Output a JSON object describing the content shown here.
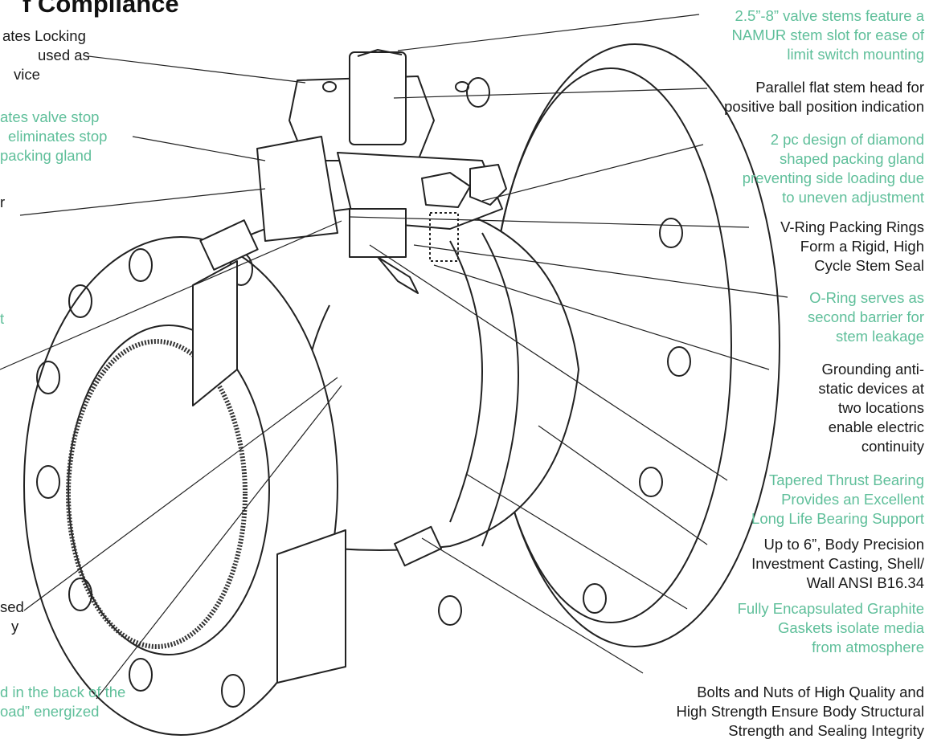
{
  "title": "f Compliance",
  "colors": {
    "accent_text": "#5fbf9a",
    "text": "#1a1a1a",
    "line": "#222222"
  },
  "callouts_right": [
    {
      "lines": [
        "2.5”-8” valve stems feature a",
        "NAMUR stem slot for ease of",
        "limit switch mounting"
      ],
      "color": "green"
    },
    {
      "lines": [
        "Parallel flat stem head for",
        "positive ball position indication"
      ],
      "color": "black"
    },
    {
      "lines": [
        "2 pc design of diamond",
        "shaped packing gland",
        "preventing side loading due",
        "to uneven adjustment"
      ],
      "color": "green"
    },
    {
      "lines": [
        "V-Ring Packing Rings",
        "Form a Rigid, High",
        "Cycle Stem Seal"
      ],
      "color": "black"
    },
    {
      "lines": [
        "O-Ring serves as",
        "second barrier for",
        "stem leakage"
      ],
      "color": "green"
    },
    {
      "lines": [
        "Grounding anti-",
        "static devices at",
        "two locations",
        "enable electric",
        "continuity"
      ],
      "color": "black"
    },
    {
      "lines": [
        "Tapered Thrust Bearing",
        "Provides an Excellent",
        "Long Life Bearing Support"
      ],
      "color": "green"
    },
    {
      "lines": [
        "Up to 6”, Body Precision",
        "Investment Casting, Shell/",
        "Wall ANSI B16.34"
      ],
      "color": "black"
    },
    {
      "lines": [
        "Fully Encapsulated Graphite",
        "Gaskets isolate media",
        "from atmosphere"
      ],
      "color": "green"
    },
    {
      "lines": [
        "Bolts and Nuts of High Quality and",
        "High Strength  Ensure Body Structural",
        "Strength and Sealing Integrity"
      ],
      "color": "black"
    }
  ],
  "callouts_left": [
    {
      "lines": [
        "ates Locking",
        "used as",
        "vice"
      ],
      "color": "black"
    },
    {
      "lines": [
        "ates valve stop",
        "eliminates stop",
        "packing gland"
      ],
      "color": "green"
    },
    {
      "lines": [
        "r"
      ],
      "color": "black"
    },
    {
      "lines": [
        "t"
      ],
      "color": "green"
    },
    {
      "lines": [
        "sed",
        "y"
      ],
      "color": "black"
    },
    {
      "lines": [
        "d in the back of the",
        "oad” energized"
      ],
      "color": "green"
    }
  ]
}
